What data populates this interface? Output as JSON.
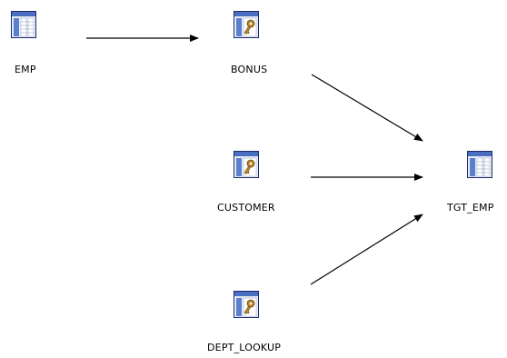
{
  "diagram": {
    "nodes": [
      {
        "id": "emp",
        "label": "EMP",
        "icon": "source-table-icon"
      },
      {
        "id": "bonus",
        "label": "BONUS",
        "icon": "lookup-key-icon"
      },
      {
        "id": "customer",
        "label": "CUSTOMER",
        "icon": "lookup-key-icon"
      },
      {
        "id": "dept_lookup",
        "label": "DEPT_LOOKUP",
        "icon": "lookup-key-icon"
      },
      {
        "id": "tgt_emp",
        "label": "TGT_EMP",
        "icon": "target-table-icon"
      }
    ],
    "edges": [
      {
        "from": "emp",
        "to": "bonus"
      },
      {
        "from": "bonus",
        "to": "tgt_emp"
      },
      {
        "from": "customer",
        "to": "tgt_emp"
      },
      {
        "from": "dept_lookup",
        "to": "tgt_emp"
      }
    ],
    "colors": {
      "icon_border": "#1a2a6b",
      "icon_header": "#4a6fc0",
      "icon_body": "#e8ecf4",
      "icon_key": "#b8892b",
      "edge": "#000000"
    }
  }
}
